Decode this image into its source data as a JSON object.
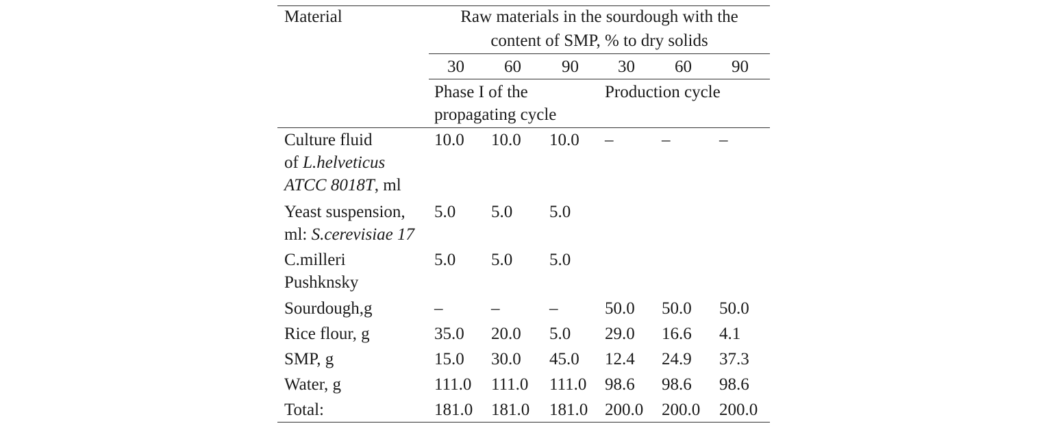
{
  "header": {
    "material": "Material",
    "raw_line1": "Raw materials in the sourdough with the",
    "raw_line2": "content of SMP, % to dry solids",
    "pcts": [
      "30",
      "60",
      "90",
      "30",
      "60",
      "90"
    ],
    "phase_line1": "Phase I of the",
    "phase_line2": "propagating cycle",
    "production": "Production cycle"
  },
  "rows": [
    {
      "label": [
        "Culture fluid",
        "of ",
        "L.helveticus",
        "ATCC 8018T",
        ", ml"
      ],
      "values": [
        "10.0",
        "10.0",
        "10.0",
        "–",
        "–",
        "–"
      ]
    },
    {
      "label": [
        "Yeast suspension,",
        "ml: ",
        "S.cerevisiae 17"
      ],
      "values": [
        "5.0",
        "5.0",
        "5.0",
        "",
        "",
        ""
      ]
    },
    {
      "label": [
        "C.milleri",
        "Pushknsky"
      ],
      "values": [
        "5.0",
        "5.0",
        "5.0",
        "",
        "",
        ""
      ]
    },
    {
      "label": [
        "Sourdough,g"
      ],
      "values": [
        "–",
        "–",
        "–",
        "50.0",
        "50.0",
        "50.0"
      ]
    },
    {
      "label": [
        "Rice flour, g"
      ],
      "values": [
        "35.0",
        "20.0",
        "5.0",
        "29.0",
        "16.6",
        "4.1"
      ]
    },
    {
      "label": [
        "SMP, g"
      ],
      "values": [
        "15.0",
        "30.0",
        "45.0",
        "12.4",
        "24.9",
        "37.3"
      ]
    },
    {
      "label": [
        "Water, g"
      ],
      "values": [
        "111.0",
        "111.0",
        "111.0",
        "98.6",
        "98.6",
        "98.6"
      ]
    },
    {
      "label": [
        "Total:"
      ],
      "values": [
        "181.0",
        "181.0",
        "181.0",
        "200.0",
        "200.0",
        "200.0"
      ]
    }
  ]
}
